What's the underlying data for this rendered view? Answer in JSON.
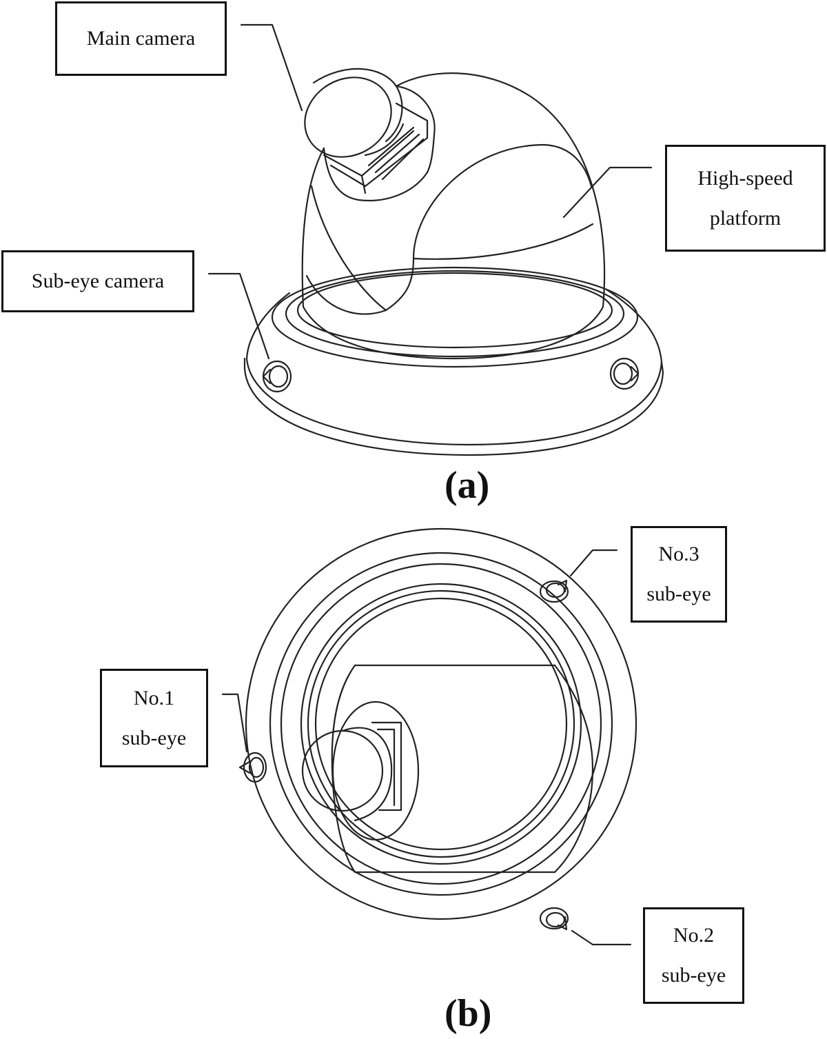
{
  "panel_a": {
    "label": "(a)",
    "callouts": {
      "main_camera": "Main camera",
      "high_speed_platform_line1": "High-speed",
      "high_speed_platform_line2": "platform",
      "sub_eye_camera": "Sub-eye camera"
    }
  },
  "panel_b": {
    "label": "(b)",
    "callouts": {
      "no3_line1": "No.3",
      "no3_line2": "sub-eye",
      "no1_line1": "No.1",
      "no1_line2": "sub-eye",
      "no2_line1": "No.2",
      "no2_line2": "sub-eye"
    }
  }
}
